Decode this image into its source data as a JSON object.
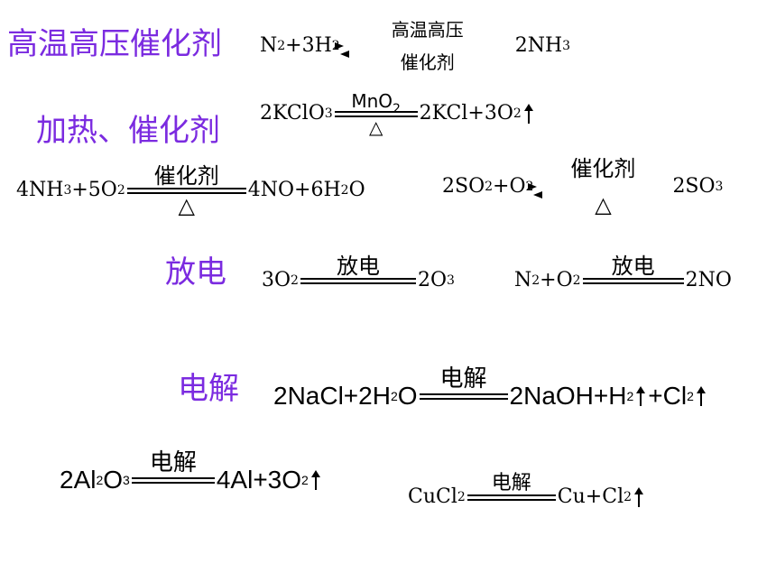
{
  "labels": {
    "high_temp_pressure_catalyst": "高温高压催化剂",
    "heat_catalyst": "加热、催化剂",
    "discharge": "放电",
    "electrolysis": "电解"
  },
  "conditions": {
    "high_temp_pressure": "高温高压",
    "catalyst": "催化剂",
    "mno2": "MnO",
    "mno2_sub": "2",
    "heat": "△",
    "discharge": "放电",
    "electrolysis": "电解"
  },
  "equations": {
    "haber": {
      "lhs_a": "N",
      "lhs_a_sub": "2",
      "lhs_b": "+3H",
      "lhs_b_sub": "2",
      "rhs": "2NH",
      "rhs_sub": "3"
    },
    "kclo3": {
      "lhs": "2KClO",
      "lhs_sub": "3",
      "rhs_a": "2KCl+3O",
      "rhs_a_sub": "2"
    },
    "nh3_ox": {
      "lhs_a": "4NH",
      "lhs_a_sub": "3",
      "lhs_b": "+5O",
      "lhs_b_sub": "2",
      "rhs_a": "4NO+6H",
      "rhs_a_sub": "2",
      "rhs_b": "O"
    },
    "so2_ox": {
      "lhs_a": "2SO",
      "lhs_a_sub": "2",
      "lhs_b": "+O",
      "lhs_b_sub": "2",
      "rhs": "2SO",
      "rhs_sub": "3"
    },
    "ozone": {
      "lhs": "3O",
      "lhs_sub": "2",
      "rhs": "2O",
      "rhs_sub": "3"
    },
    "n2_o2": {
      "lhs_a": "N",
      "lhs_a_sub": "2",
      "lhs_b": "+O",
      "lhs_b_sub": "2",
      "rhs": "2NO"
    },
    "nacl": {
      "lhs_a": "2NaCl+2H",
      "lhs_a_sub": "2",
      "lhs_b": "O",
      "rhs_a": "2NaOH+H",
      "rhs_a_sub": "2",
      "rhs_b": "+Cl",
      "rhs_b_sub": "2"
    },
    "al2o3": {
      "lhs_a": "2Al",
      "lhs_a_sub": "2",
      "lhs_b": "O",
      "lhs_b_sub": "3",
      "rhs_a": "4Al+3O",
      "rhs_a_sub": "2"
    },
    "cucl2": {
      "lhs": "CuCl",
      "lhs_sub": "2",
      "rhs_a": "Cu+Cl",
      "rhs_a_sub": "2"
    }
  }
}
